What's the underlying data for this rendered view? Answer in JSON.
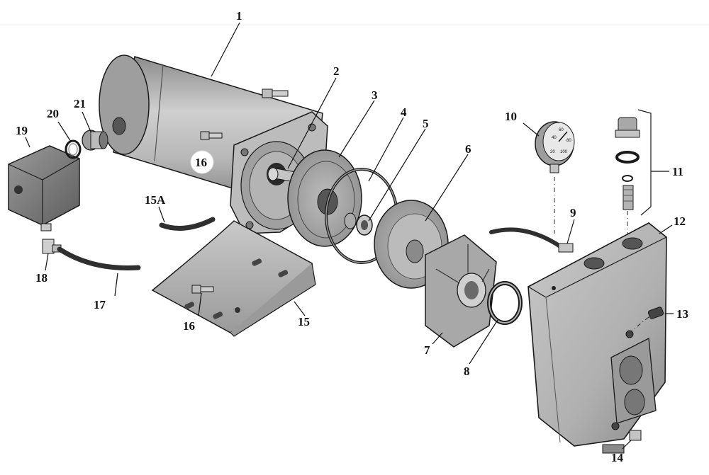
{
  "diagram": {
    "type": "exploded-parts-view",
    "callouts": [
      {
        "id": "c1",
        "text": "1"
      },
      {
        "id": "c2",
        "text": "2"
      },
      {
        "id": "c3",
        "text": "3"
      },
      {
        "id": "c4",
        "text": "4"
      },
      {
        "id": "c5",
        "text": "5"
      },
      {
        "id": "c6",
        "text": "6"
      },
      {
        "id": "c7",
        "text": "7"
      },
      {
        "id": "c8",
        "text": "8"
      },
      {
        "id": "c9",
        "text": "9"
      },
      {
        "id": "c10",
        "text": "10"
      },
      {
        "id": "c11",
        "text": "11"
      },
      {
        "id": "c12",
        "text": "12"
      },
      {
        "id": "c13",
        "text": "13"
      },
      {
        "id": "c14",
        "text": "14"
      },
      {
        "id": "c15",
        "text": "15"
      },
      {
        "id": "c15a",
        "text": "15A"
      },
      {
        "id": "c16a",
        "text": "16"
      },
      {
        "id": "c16b",
        "text": "16"
      },
      {
        "id": "c17",
        "text": "17"
      },
      {
        "id": "c18",
        "text": "18"
      },
      {
        "id": "c19",
        "text": "19"
      },
      {
        "id": "c20",
        "text": "20"
      },
      {
        "id": "c21",
        "text": "21"
      }
    ],
    "gauge_scale": [
      "20",
      "40",
      "60",
      "80",
      "100"
    ],
    "colors": {
      "metal_light": "#d4d4d4",
      "metal_mid": "#a9a9a9",
      "metal_dark": "#6f6f6f",
      "outline": "#1a1a1a",
      "hose": "#3a3a3a"
    }
  }
}
